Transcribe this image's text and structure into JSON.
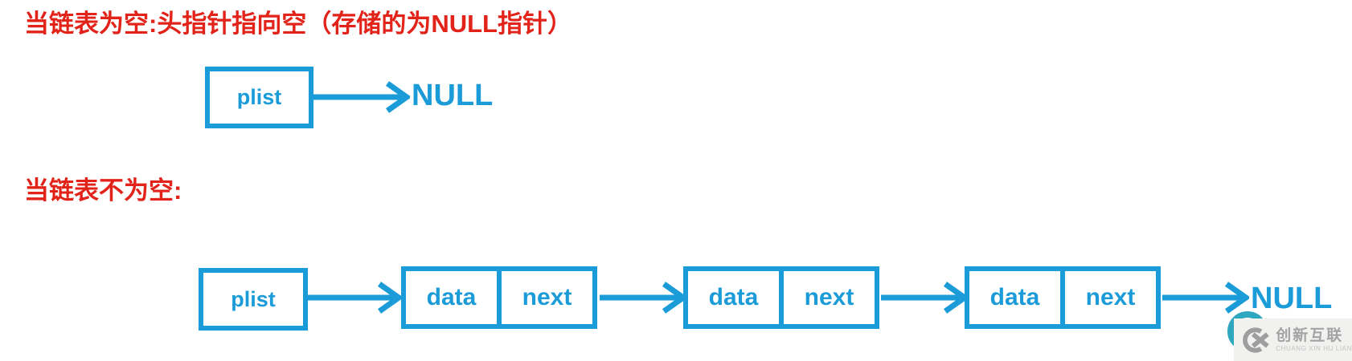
{
  "colors": {
    "accent_blue": "#1b9cd8",
    "heading_red": "#e2231a",
    "watermark_teal": "#2fa8bf"
  },
  "section_empty": {
    "heading": "当链表为空:头指针指向空（存储的为NULL指针）",
    "pointer_label": "plist",
    "null_label": "NULL"
  },
  "section_nonempty": {
    "heading": "当链表不为空:",
    "pointer_label": "plist",
    "nodes": [
      {
        "data": "data",
        "next": "next"
      },
      {
        "data": "data",
        "next": "next"
      },
      {
        "data": "data",
        "next": "next"
      }
    ],
    "null_label": "NULL"
  },
  "watermark": {
    "brand_cn": "创新互联",
    "brand_en": "CHUANG XIN HU LIAN"
  }
}
